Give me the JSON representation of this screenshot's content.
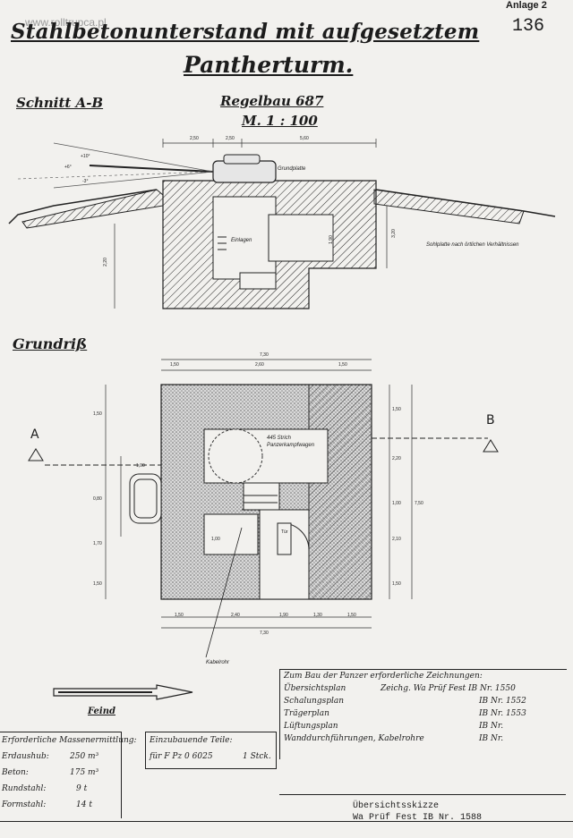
{
  "header": {
    "watermark": "www.rolltrupca.pl",
    "anlage": "Anlage 2",
    "page_number": "136",
    "title_line1": "Stahlbetonunterstand mit aufgesetztem",
    "title_line2": "Pantherturm."
  },
  "section": {
    "label": "Schnitt A-B",
    "regelbau": "Regelbau 687",
    "scale": "M. 1 : 100",
    "dims_top": [
      "2,50",
      "2,50",
      "5,60"
    ],
    "annotations": {
      "grundplatte": "Grundplatte",
      "sohlplatte": "Sohlplatte nach örtlichen Verhältnissen",
      "einlagen": "Einlagen",
      "front_marks": [
        "+10°",
        "-3°",
        "+6°"
      ]
    },
    "dims_side": [
      "2,20",
      "3,20",
      "1,90"
    ]
  },
  "plan": {
    "label": "Grundriß",
    "top_dims": [
      "1,50",
      "2,60",
      "1,50"
    ],
    "overall_width": "7,30",
    "bottom_dims": [
      "1,50",
      "2,40",
      "1,90",
      "1,30",
      "1,50"
    ],
    "bottom_overall": "7,30",
    "right_dims": [
      "1,50",
      "2,20",
      "1,00",
      "2,10",
      "1,50"
    ],
    "right_overall": "7,50",
    "left_dims": [
      "1,50",
      "0,80",
      "1,70",
      "1,50"
    ],
    "left_small": "1,00",
    "room_label": "445 Strich Panzerkampfwagen",
    "side_room": "1,00",
    "door_label": "Tür",
    "marker_a": "A",
    "marker_b": "B",
    "pointer_label": "Kabelrohr"
  },
  "direction_label": "Feind",
  "drawings_table": {
    "title": "Zum Bau der Panzer erforderliche Zeichnungen:",
    "rows": [
      {
        "name": "Übersichtsplan",
        "ref": "Zeichg. Wa Prüf Fest IB Nr. 1550"
      },
      {
        "name": "Schalungsplan",
        "ref": "IB Nr. 1552"
      },
      {
        "name": "Trägerplan",
        "ref": "IB Nr. 1553"
      },
      {
        "name": "Lüftungsplan",
        "ref": "IB Nr."
      },
      {
        "name": "Wanddurchführungen, Kabelrohre",
        "ref": "IB Nr."
      }
    ],
    "ditto": "\""
  },
  "materials_table": {
    "title": "Erforderliche Massenermittlung:",
    "rows": [
      {
        "name": "Erdaushub:",
        "value": "250 m³"
      },
      {
        "name": "Beton:",
        "value": "175 m³"
      },
      {
        "name": "Rundstahl:",
        "value": "9 t"
      },
      {
        "name": "Formstahl:",
        "value": "14 t"
      }
    ]
  },
  "installs_table": {
    "title": "Einzubauende Teile:",
    "row": {
      "name": "für F Pz 0 6025",
      "value": "1 Stck."
    }
  },
  "stamp": {
    "line1": "Übersichtsskizze",
    "line2": "Wa Prüf Fest IB Nr. 1588"
  }
}
